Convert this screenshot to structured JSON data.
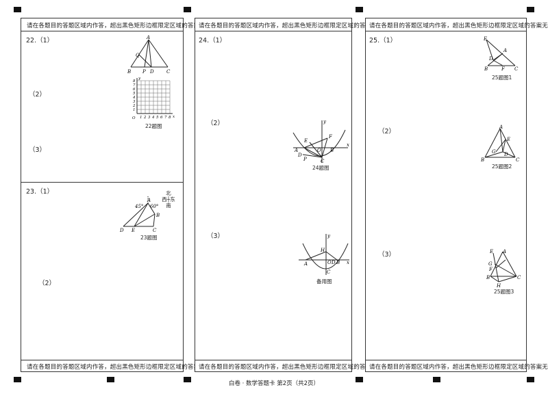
{
  "notices": {
    "top": "请在各题目的答题区域内作答，超出黑色矩形边框限定区域的答案无效",
    "bottom": "请在各题目的答题区域内作答，超出黑色矩形边框限定区域的答案无效"
  },
  "q22": {
    "label": "22.（1）",
    "part2": "（2）",
    "part3": "（3）",
    "caption": "22题图",
    "points": {
      "A": "A",
      "Q": "Q",
      "B": "B",
      "P": "P",
      "D": "D",
      "C": "C"
    },
    "grid_y_ticks": [
      "8",
      "7",
      "6",
      "5",
      "4",
      "3",
      "2",
      "1"
    ],
    "grid_x_ticks": [
      "1",
      "2",
      "3",
      "4",
      "5",
      "6",
      "7",
      "8"
    ],
    "axis": {
      "y": "y",
      "x": "x",
      "origin": "O"
    }
  },
  "q23": {
    "label": "23.（1）",
    "part2": "（2）",
    "caption": "23题图",
    "angles": {
      "a45": "45°",
      "a60": "60°"
    },
    "points": {
      "A": "A",
      "B": "B",
      "C": "C",
      "D": "D",
      "E": "E"
    },
    "compass": {
      "north": "北",
      "west": "西",
      "east": "东",
      "south": "南"
    }
  },
  "q24": {
    "label": "24.（1）",
    "part2": "（2）",
    "part3": "（3）",
    "caption1": "24题图",
    "caption2": "备用图",
    "points1": {
      "y": "y",
      "x": "x",
      "E": "E",
      "F": "F",
      "A": "A",
      "O": "O",
      "B": "B",
      "D": "D",
      "P": "P",
      "C": "C"
    },
    "points2": {
      "y": "y",
      "x": "x",
      "H": "H",
      "A": "A",
      "O": "O",
      "D": "D",
      "B": "B",
      "C": "C"
    }
  },
  "q25": {
    "label": "25.（1）",
    "part2": "（2）",
    "part3": "（3）",
    "caption1": "25题图1",
    "caption2": "25题图2",
    "caption3": "25题图3",
    "points1": {
      "E": "E",
      "A": "A",
      "D": "D",
      "B": "B",
      "F": "F",
      "C": "C"
    },
    "points2": {
      "A": "A",
      "E": "E",
      "B": "B",
      "G": "G",
      "D": "D",
      "C": "C"
    },
    "points3": {
      "E": "E",
      "G": "G",
      "A": "A",
      "F": "F",
      "B": "B",
      "H": "H",
      "C": "C"
    }
  },
  "footer": "白卷 · 数学答题卡 第2页（共2页）"
}
